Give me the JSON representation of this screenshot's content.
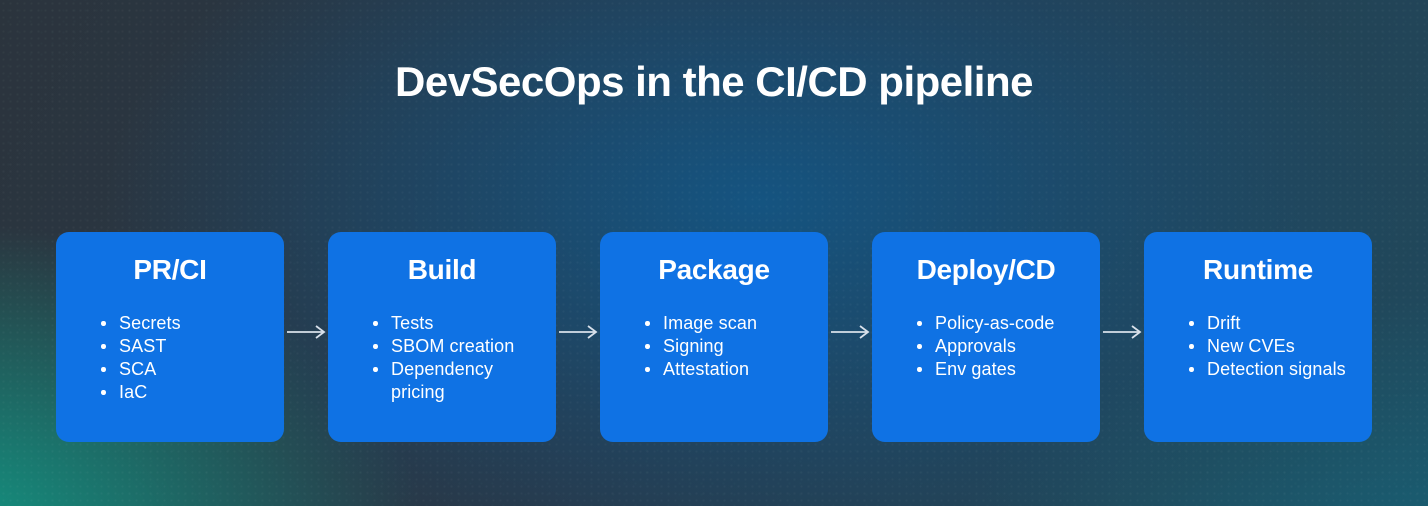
{
  "title": "DevSecOps in the CI/CD pipeline",
  "pipeline": {
    "stages": [
      {
        "title": "PR/CI",
        "items": [
          "Secrets",
          "SAST",
          "SCA",
          "IaC"
        ]
      },
      {
        "title": "Build",
        "items": [
          "Tests",
          "SBOM creation",
          "Dependency pricing"
        ]
      },
      {
        "title": "Package",
        "items": [
          "Image scan",
          "Signing",
          "Attestation"
        ]
      },
      {
        "title": "Deploy/CD",
        "items": [
          "Policy-as-code",
          "Approvals",
          "Env gates"
        ]
      },
      {
        "title": "Runtime",
        "items": [
          "Drift",
          "New CVEs",
          "Detection signals"
        ]
      }
    ]
  },
  "icons": {
    "arrow": "arrow-right-icon"
  },
  "colors": {
    "card_blue": "#0f72e4",
    "card_text": "#ffffff",
    "title_text": "#ffffff",
    "arrow": "#d8e0ea",
    "bg_slate_top_left": "#2b343d",
    "bg_blue_glow_center": "#135685",
    "bg_teal_green_bottom_left": "#10a08a",
    "bg_teal_dark_bottom_right": "#176579"
  }
}
